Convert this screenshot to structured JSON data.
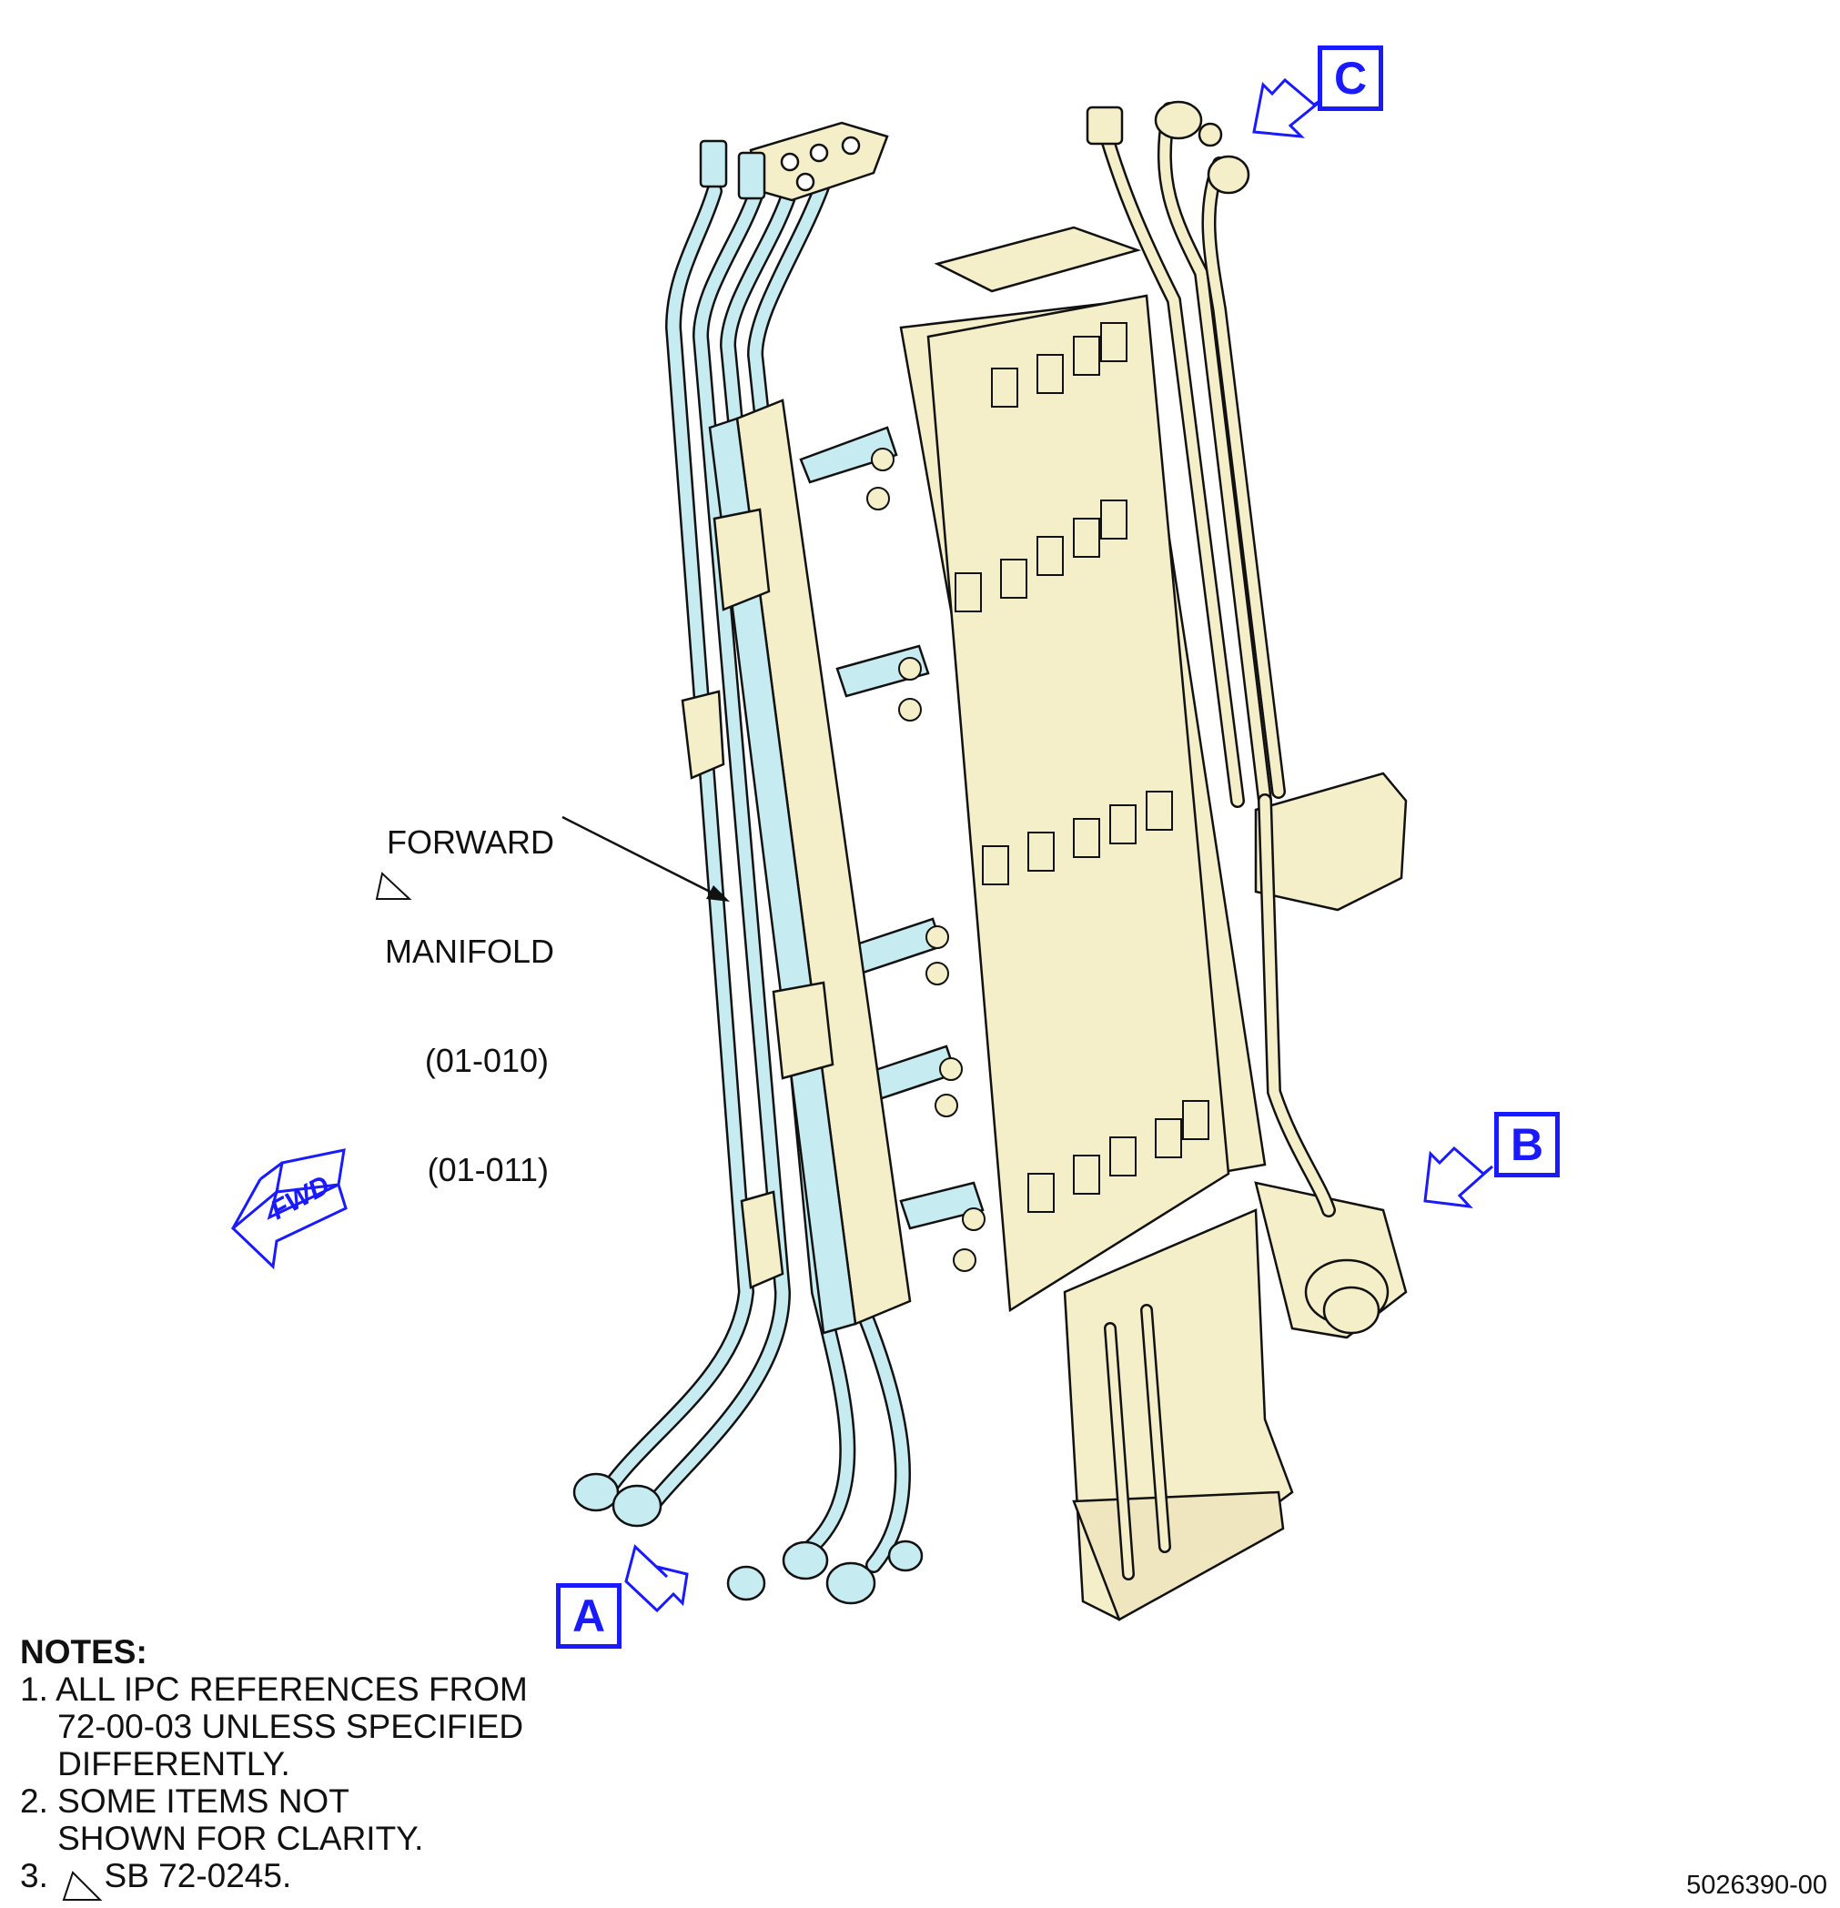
{
  "callout": {
    "lines": [
      "FORWARD",
      "MANIFOLD",
      "(01-010)",
      "(01-011)"
    ]
  },
  "views": {
    "a": "A",
    "b": "B",
    "c": "C"
  },
  "fwd_label": "FWD",
  "notes": {
    "heading": "NOTES:",
    "items": [
      "1. ALL IPC REFERENCES FROM\n    72-00-03 UNLESS SPECIFIED\n    DIFFERENTLY.",
      "2. SOME ITEMS NOT\n    SHOWN FOR CLARITY.",
      "3.      SB 72-0245."
    ]
  },
  "doc_number": "5026390-00",
  "colors": {
    "manifold_fill": "#c6ecf1",
    "frame_fill": "#f4efc9",
    "outline": "#111111",
    "accent_blue": "#1a1aff"
  }
}
